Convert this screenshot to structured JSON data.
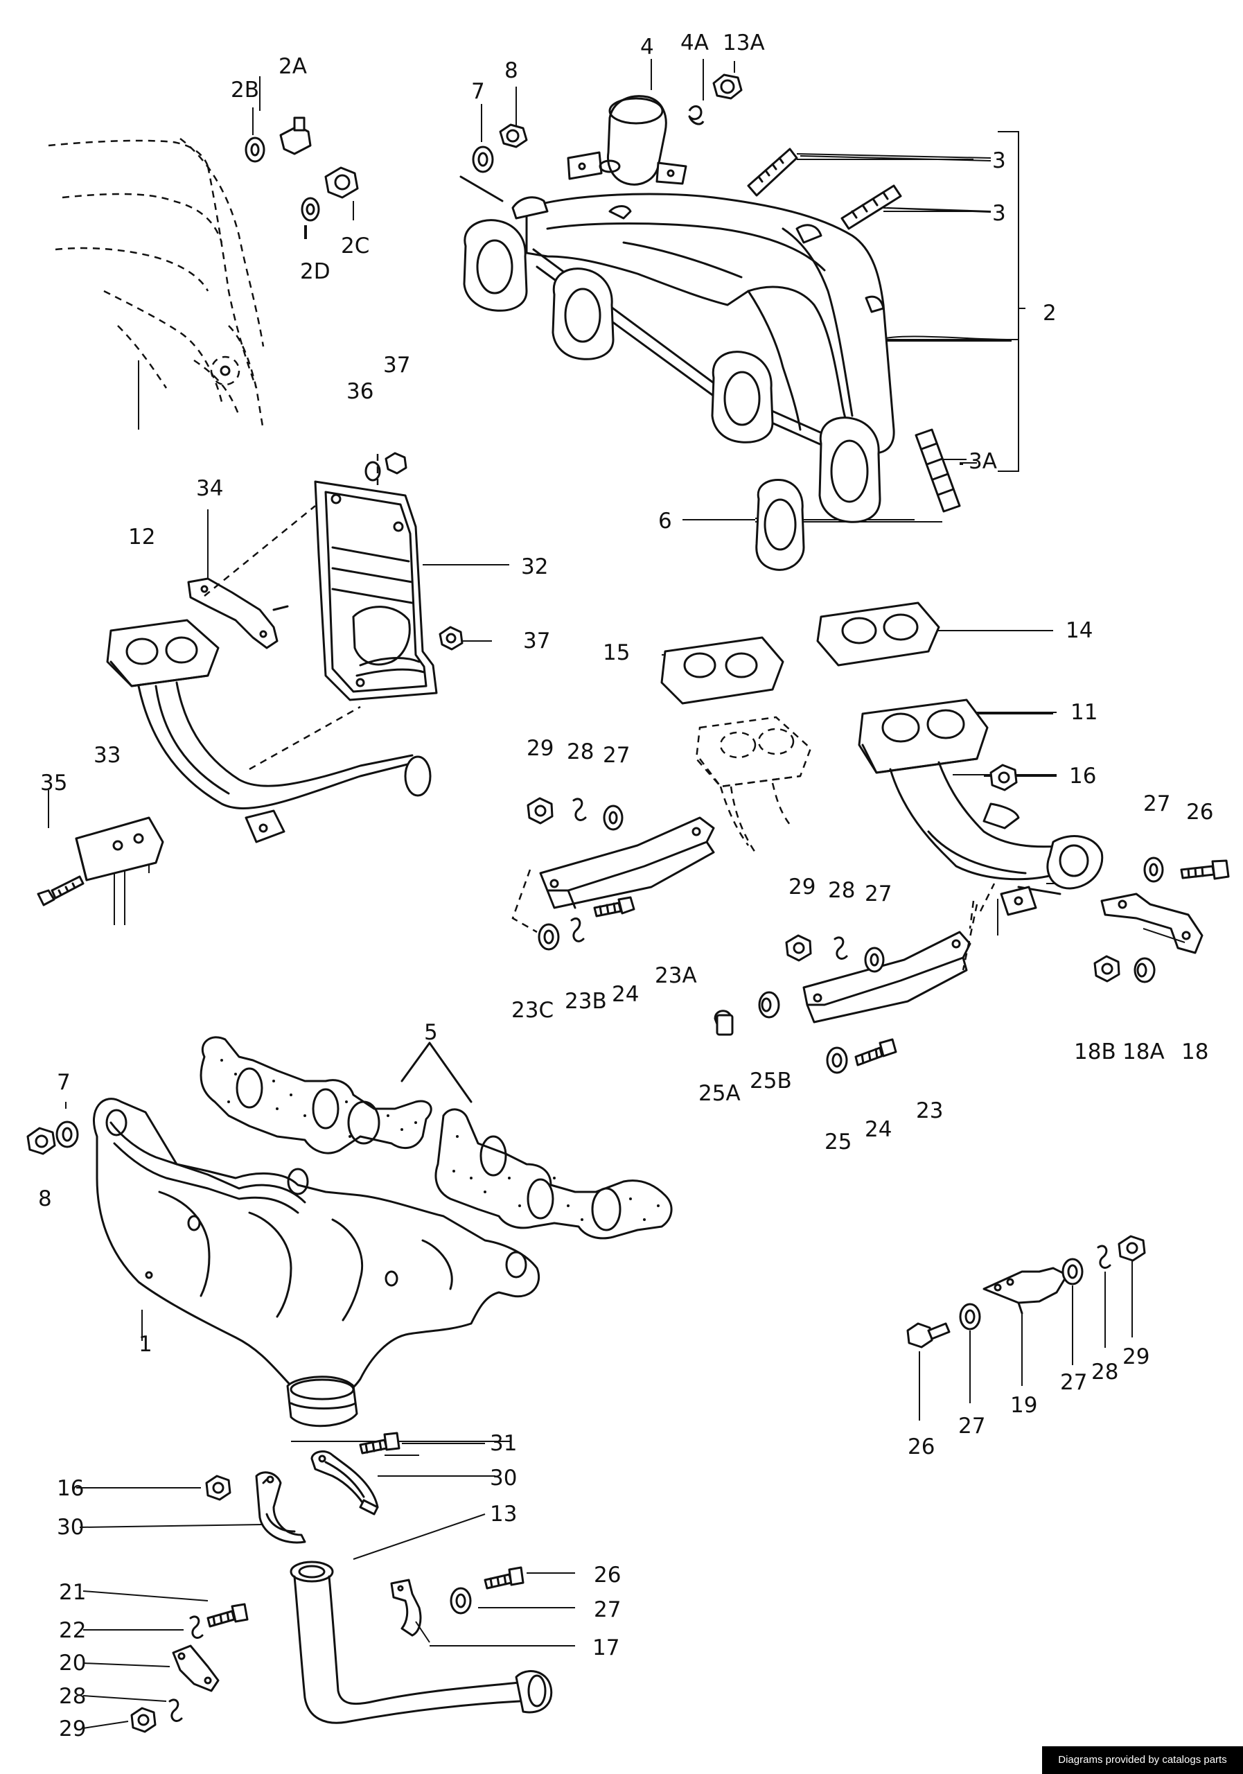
{
  "diagram": {
    "callouts": [
      {
        "id": "c1",
        "text": "1"
      },
      {
        "id": "c2",
        "text": "2"
      },
      {
        "id": "c2A",
        "text": "2A"
      },
      {
        "id": "c2B",
        "text": "2B"
      },
      {
        "id": "c2C",
        "text": "2C"
      },
      {
        "id": "c2D",
        "text": "2D"
      },
      {
        "id": "c3a",
        "text": "3"
      },
      {
        "id": "c3b",
        "text": "3"
      },
      {
        "id": "c3A",
        "text": "3A"
      },
      {
        "id": "c4",
        "text": "4"
      },
      {
        "id": "c4A",
        "text": "4A"
      },
      {
        "id": "c5",
        "text": "5"
      },
      {
        "id": "c6",
        "text": "6"
      },
      {
        "id": "c7a",
        "text": "7"
      },
      {
        "id": "c7b",
        "text": "7"
      },
      {
        "id": "c8a",
        "text": "8"
      },
      {
        "id": "c8b",
        "text": "8"
      },
      {
        "id": "c11",
        "text": "11"
      },
      {
        "id": "c12",
        "text": "12"
      },
      {
        "id": "c13",
        "text": "13"
      },
      {
        "id": "c13A",
        "text": "13A"
      },
      {
        "id": "c14",
        "text": "14"
      },
      {
        "id": "c15",
        "text": "15"
      },
      {
        "id": "c16a",
        "text": "16"
      },
      {
        "id": "c16b",
        "text": "16"
      },
      {
        "id": "c17",
        "text": "17"
      },
      {
        "id": "c18",
        "text": "18"
      },
      {
        "id": "c18A",
        "text": "18A"
      },
      {
        "id": "c18B",
        "text": "18B"
      },
      {
        "id": "c19",
        "text": "19"
      },
      {
        "id": "c20",
        "text": "20"
      },
      {
        "id": "c21",
        "text": "21"
      },
      {
        "id": "c22",
        "text": "22"
      },
      {
        "id": "c23",
        "text": "23"
      },
      {
        "id": "c23A",
        "text": "23A"
      },
      {
        "id": "c23B",
        "text": "23B"
      },
      {
        "id": "c23C",
        "text": "23C"
      },
      {
        "id": "c24a",
        "text": "24"
      },
      {
        "id": "c24b",
        "text": "24"
      },
      {
        "id": "c25",
        "text": "25"
      },
      {
        "id": "c25A",
        "text": "25A"
      },
      {
        "id": "c25B",
        "text": "25B"
      },
      {
        "id": "c26a",
        "text": "26"
      },
      {
        "id": "c26b",
        "text": "26"
      },
      {
        "id": "c26c",
        "text": "26"
      },
      {
        "id": "c27a",
        "text": "27"
      },
      {
        "id": "c27b",
        "text": "27"
      },
      {
        "id": "c27c",
        "text": "27"
      },
      {
        "id": "c27d",
        "text": "27"
      },
      {
        "id": "c27e",
        "text": "27"
      },
      {
        "id": "c27f",
        "text": "27"
      },
      {
        "id": "c28a",
        "text": "28"
      },
      {
        "id": "c28b",
        "text": "28"
      },
      {
        "id": "c28c",
        "text": "28"
      },
      {
        "id": "c28d",
        "text": "28"
      },
      {
        "id": "c29a",
        "text": "29"
      },
      {
        "id": "c29b",
        "text": "29"
      },
      {
        "id": "c29c",
        "text": "29"
      },
      {
        "id": "c29d",
        "text": "29"
      },
      {
        "id": "c30a",
        "text": "30"
      },
      {
        "id": "c30b",
        "text": "30"
      },
      {
        "id": "c31",
        "text": "31"
      },
      {
        "id": "c32",
        "text": "32"
      },
      {
        "id": "c33",
        "text": "33"
      },
      {
        "id": "c34",
        "text": "34"
      },
      {
        "id": "c35",
        "text": "35"
      },
      {
        "id": "c36",
        "text": "36"
      },
      {
        "id": "c37a",
        "text": "37"
      },
      {
        "id": "c37b",
        "text": "37"
      }
    ]
  },
  "credit": "Diagrams provided by catalogs parts"
}
